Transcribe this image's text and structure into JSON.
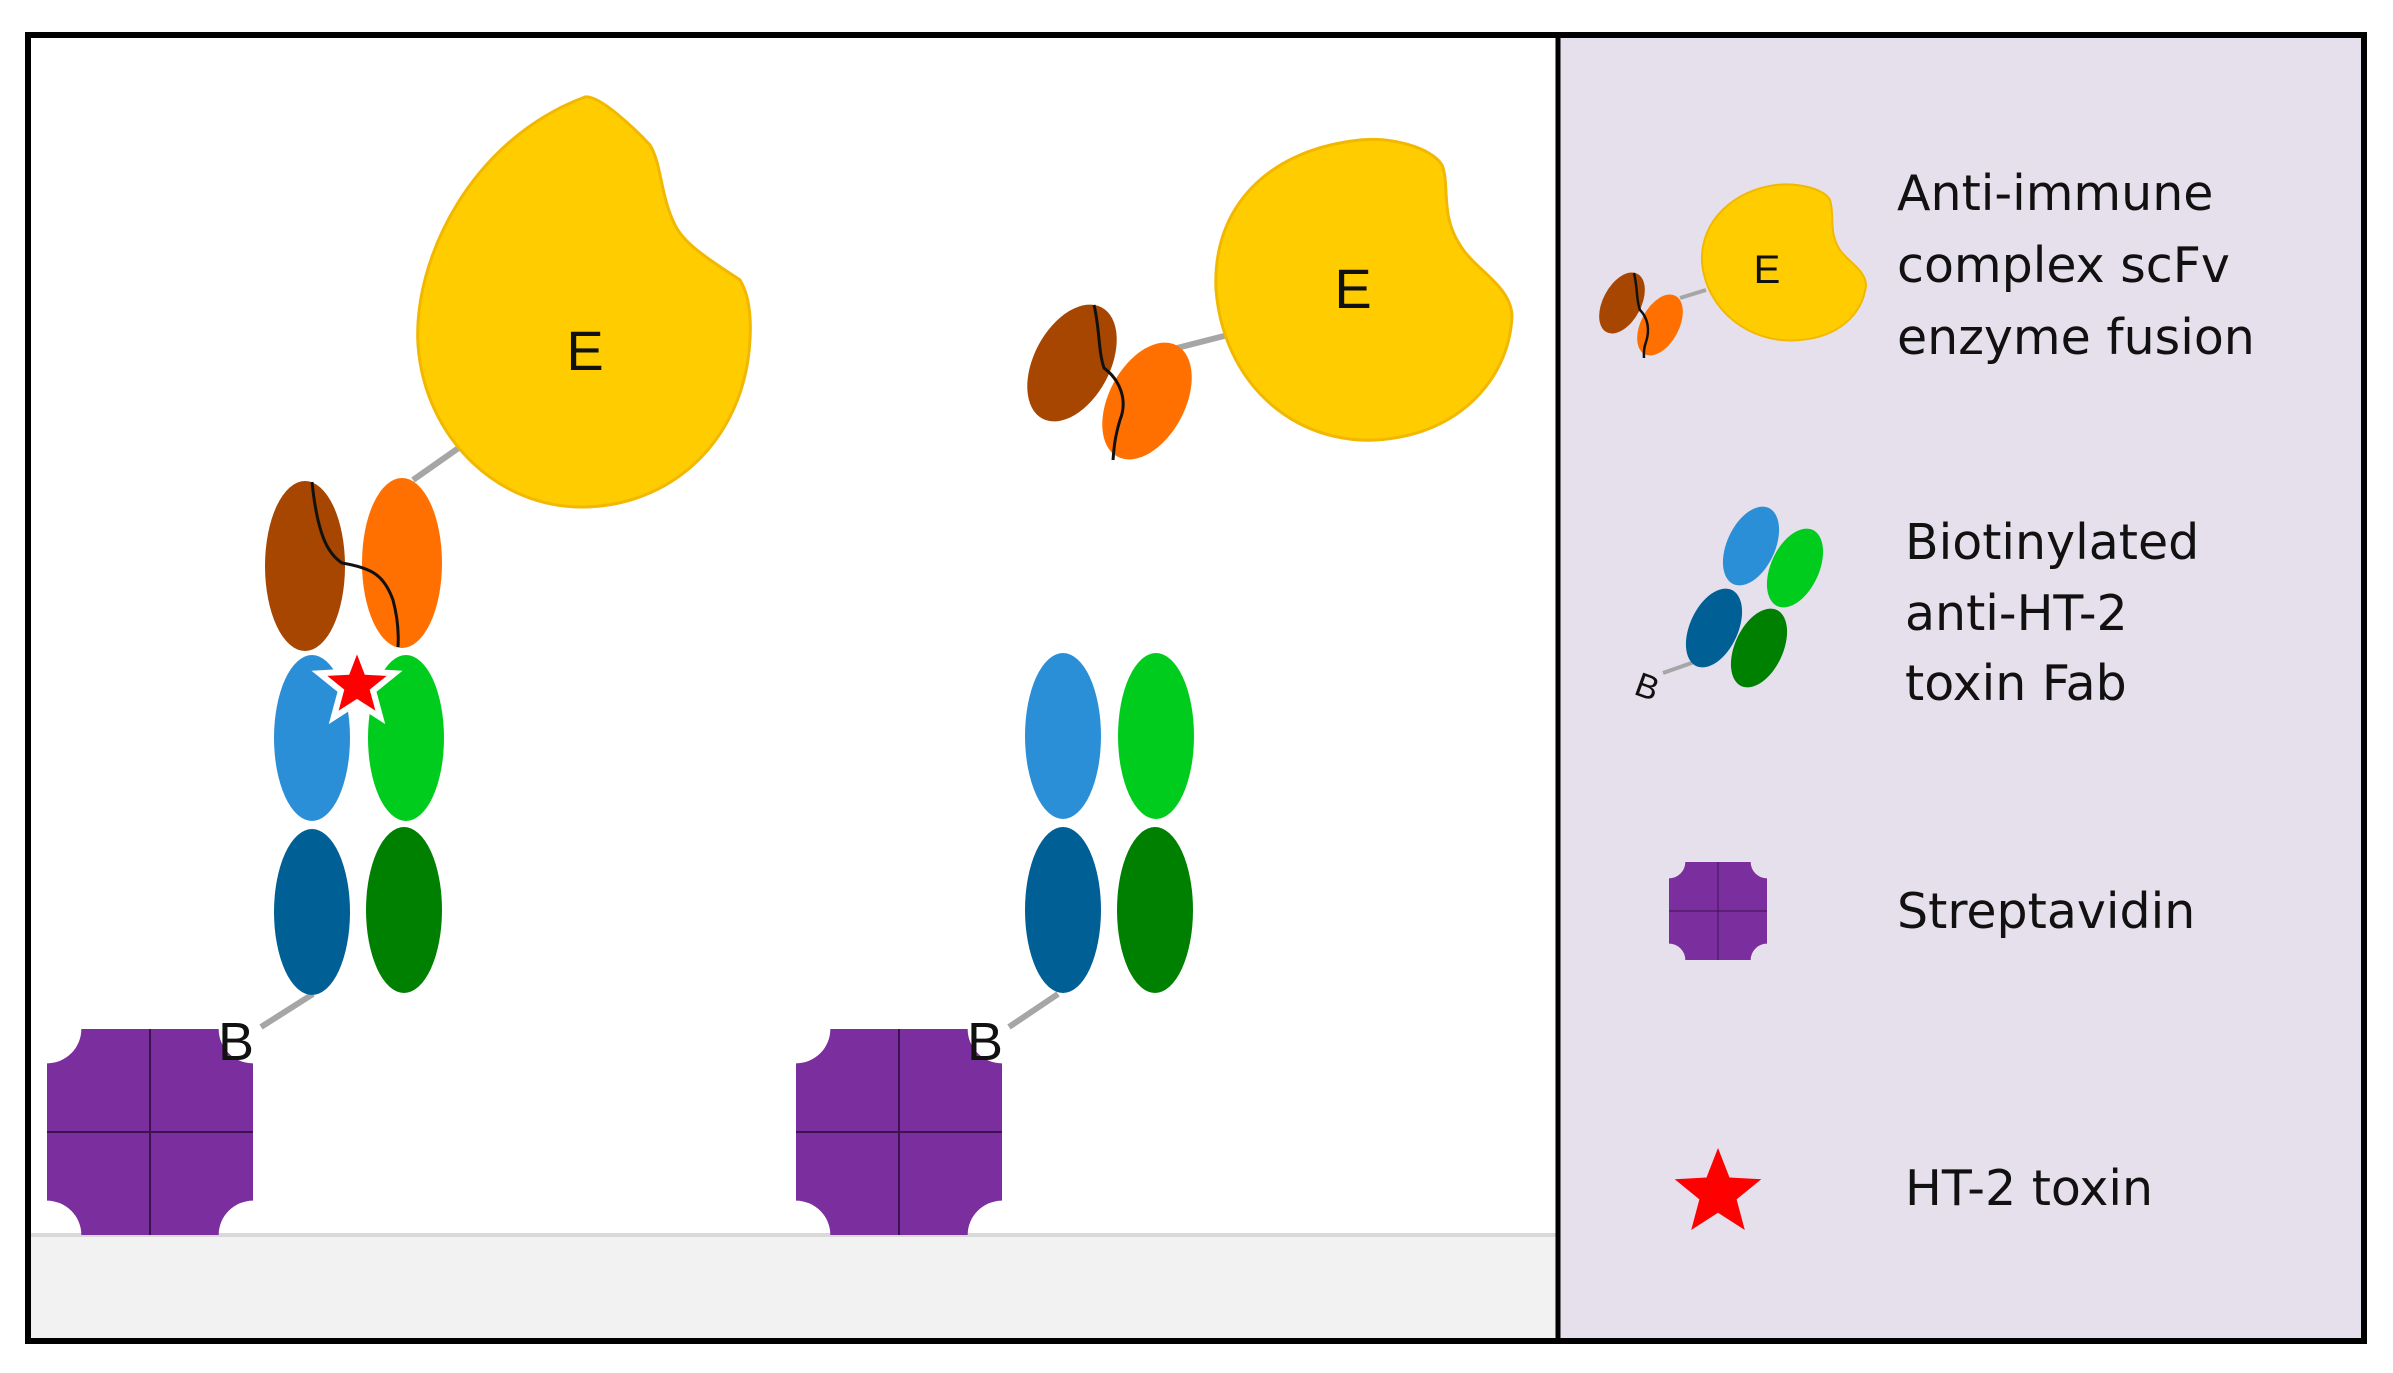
{
  "colors": {
    "frame": "#000000",
    "legend_bg": "#E6E0EC",
    "surface": "#F2F2F2",
    "enzyme": "#FFCC00",
    "enzyme_edge": "#F2B800",
    "scfv_heavy": "#A64600",
    "scfv_light": "#FF7000",
    "fab_light_top": "#2B8FD8",
    "fab_heavy_top": "#00CC1E",
    "fab_light_bottom": "#005F95",
    "fab_heavy_bottom": "#008000",
    "streptavidin": "#7B2E9E",
    "toxin": "#FF0000",
    "linker": "#A6A6A6"
  },
  "panels": {
    "bound": {
      "enzyme_label": "E",
      "biotin_label": "B"
    },
    "unbound": {
      "enzyme_label": "E",
      "biotin_label": "B"
    }
  },
  "legend": {
    "items": [
      {
        "icon": "scfv-enzyme-fusion-icon",
        "icon_label": "E",
        "lines": [
          "Anti-immune",
          "complex scFv",
          "enzyme fusion"
        ]
      },
      {
        "icon": "biotinylated-fab-icon",
        "icon_label": "B",
        "lines": [
          "Biotinylated",
          "anti-HT-2",
          "toxin Fab"
        ]
      },
      {
        "icon": "streptavidin-icon",
        "lines": [
          "Streptavidin"
        ]
      },
      {
        "icon": "star-icon",
        "lines": [
          "HT-2 toxin"
        ]
      }
    ]
  }
}
